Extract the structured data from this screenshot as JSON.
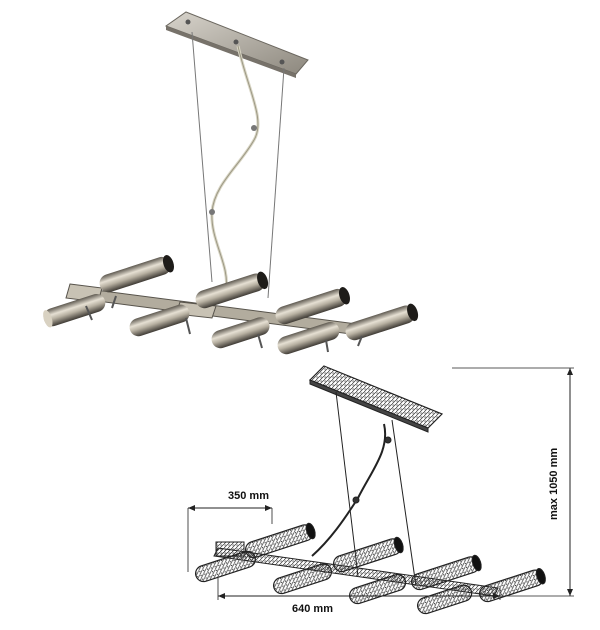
{
  "product": {
    "photo_alt": "Pendant lamp with eight spotlights",
    "drawing_alt": "Technical sketch of pendant lamp"
  },
  "dimensions": {
    "width_label": "350 mm",
    "length_label": "640 mm",
    "height_label": "max 1050 mm"
  },
  "colors": {
    "metal": "#c9c2b2",
    "metal_dark": "#4a4640",
    "sketch": "#222222",
    "background": "#ffffff"
  }
}
